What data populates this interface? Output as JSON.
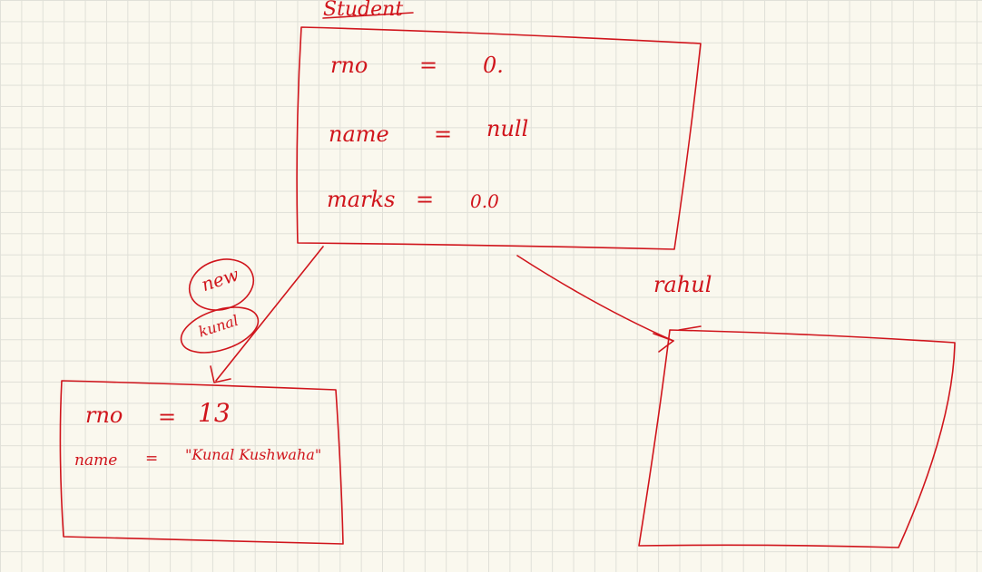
{
  "class_box": {
    "title": "Student",
    "fields": [
      {
        "name": "rno",
        "eq": "=",
        "value": "0."
      },
      {
        "name": "name",
        "eq": "=",
        "value": "null"
      },
      {
        "name": "marks",
        "eq": "=",
        "value": "0.0"
      }
    ]
  },
  "object_left": {
    "keyword_bubbles": [
      "new",
      "kunal"
    ],
    "fields": [
      {
        "name": "rno",
        "eq": "=",
        "value": "13"
      },
      {
        "name": "name",
        "eq": "=",
        "value": "\"Kunal Kushwaha\""
      }
    ]
  },
  "object_right": {
    "label": "rahul"
  },
  "ink_color": "#d0151c"
}
